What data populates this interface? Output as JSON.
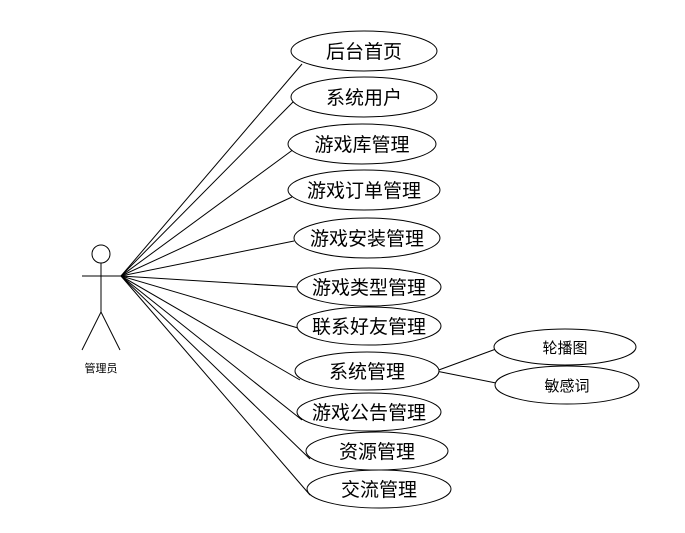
{
  "actor": {
    "label": "管理员"
  },
  "use_cases": [
    {
      "id": "uc1",
      "label": "后台首页"
    },
    {
      "id": "uc2",
      "label": "系统用户"
    },
    {
      "id": "uc3",
      "label": "游戏库管理"
    },
    {
      "id": "uc4",
      "label": "游戏订单管理"
    },
    {
      "id": "uc5",
      "label": "游戏安装管理"
    },
    {
      "id": "uc6",
      "label": "游戏类型管理"
    },
    {
      "id": "uc7",
      "label": "联系好友管理"
    },
    {
      "id": "uc8",
      "label": "系统管理"
    },
    {
      "id": "uc9",
      "label": "游戏公告管理"
    },
    {
      "id": "uc10",
      "label": "资源管理"
    },
    {
      "id": "uc11",
      "label": "交流管理"
    }
  ],
  "sub_use_cases": [
    {
      "id": "sub1",
      "parent": "uc8",
      "label": "轮播图"
    },
    {
      "id": "sub2",
      "parent": "uc8",
      "label": "敏感词"
    }
  ]
}
